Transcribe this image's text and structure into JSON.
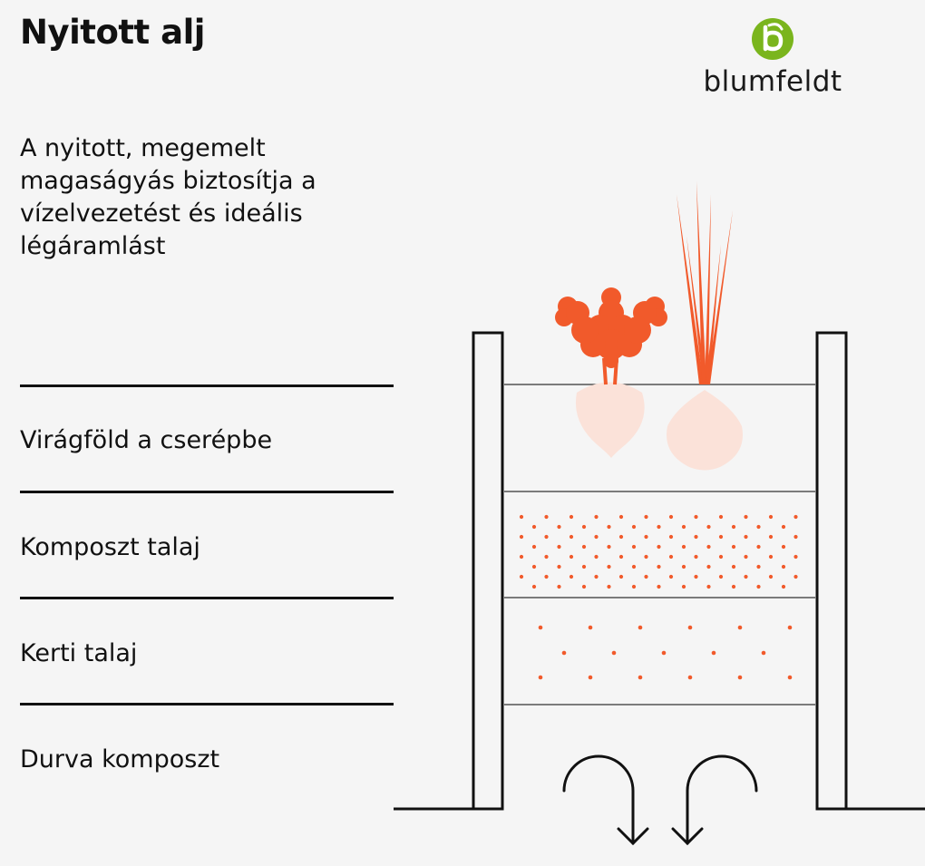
{
  "title": "Nyitott alj",
  "description": "A nyitott, megemelt magaságyás biztosítja a vízelvezetést és ideális légáramlást",
  "brand": {
    "name": "blumfeldt",
    "icon": "leaf-b-logo-icon",
    "color": "#7ab51d"
  },
  "layers": [
    {
      "label": "Virágföld a cserépbe"
    },
    {
      "label": "Komposzt talaj"
    },
    {
      "label": "Kerti talaj"
    },
    {
      "label": "Durva komposzt"
    }
  ],
  "colors": {
    "accent": "#f15a2b",
    "accent_light": "#fbe2d9",
    "line": "#111111",
    "background": "#f5f5f5"
  },
  "icons": [
    "beetroot-icon",
    "onion-icon",
    "drainage-arrow-icon",
    "airflow-arrow-icon"
  ]
}
